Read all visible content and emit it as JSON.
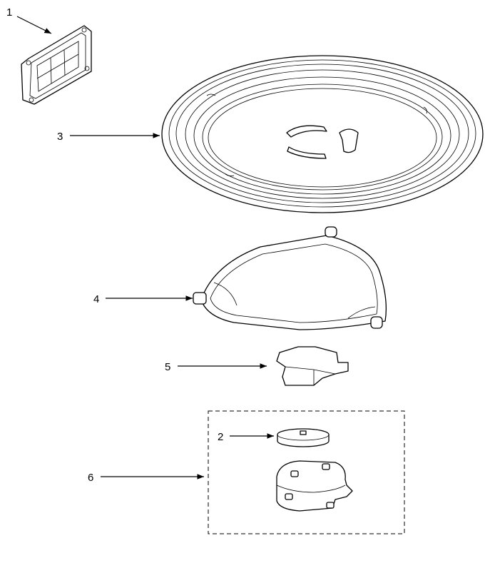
{
  "callouts": [
    {
      "id": "filter",
      "label": "1"
    },
    {
      "id": "coupler",
      "label": "2"
    },
    {
      "id": "tray",
      "label": "3"
    },
    {
      "id": "support",
      "label": "4"
    },
    {
      "id": "hub",
      "label": "5"
    },
    {
      "id": "motor-assembly",
      "label": "6"
    }
  ]
}
